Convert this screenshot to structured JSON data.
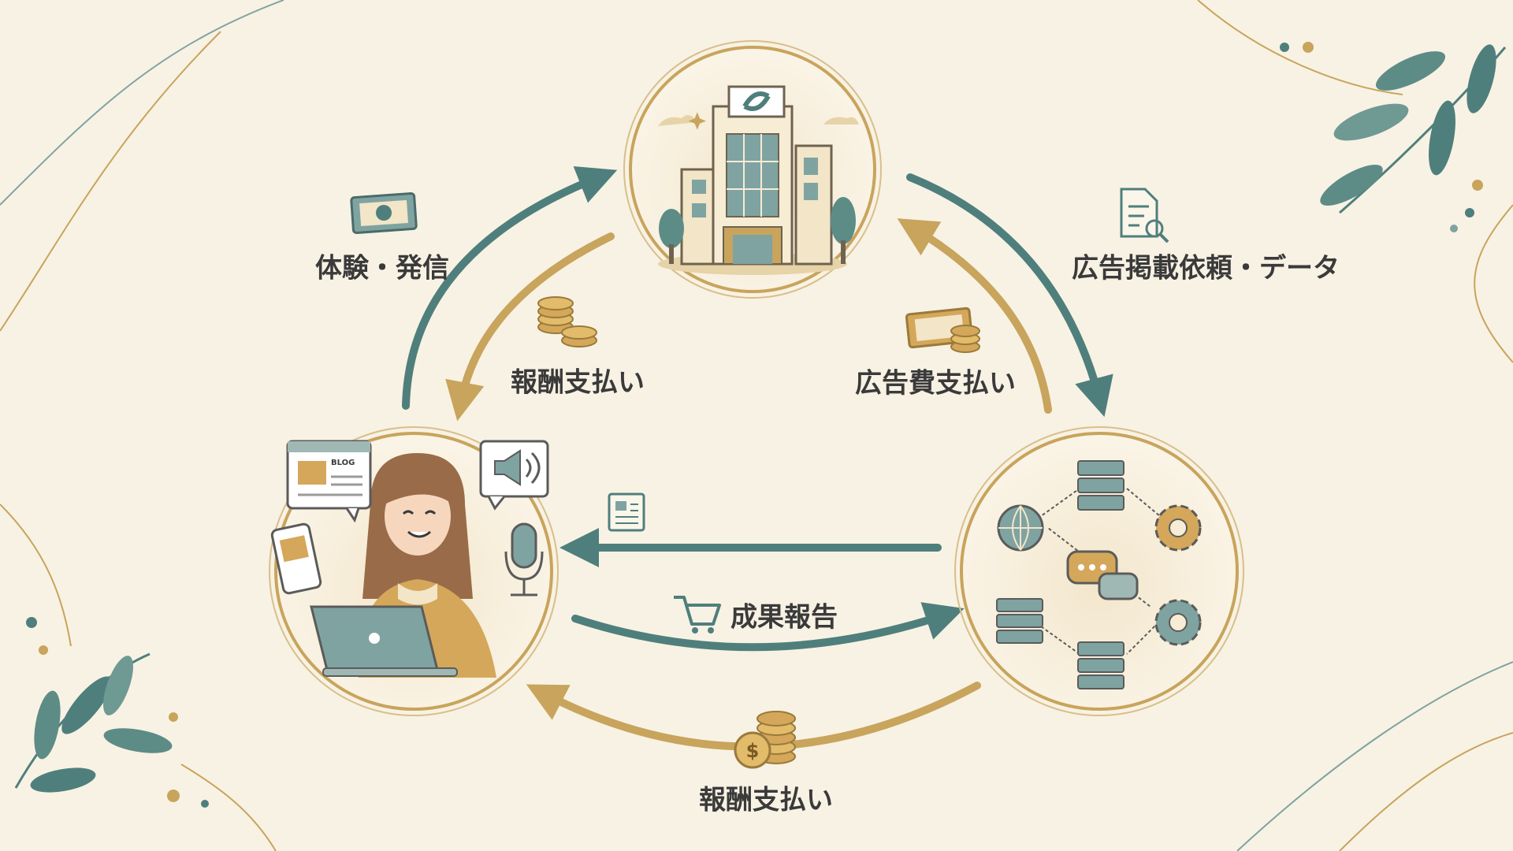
{
  "labels": {
    "experience_broadcast": "体験・発信",
    "reward_payment_top": "報酬支払い",
    "ad_request_data": "広告掲載依頼・データ",
    "ad_fee_payment": "広告費支払い",
    "result_report": "成果報告",
    "reward_payment_bottom": "報酬支払い"
  },
  "icons": {
    "advertiser": "office-building-icon",
    "affiliate": "woman-laptop-icon",
    "asp": "network-platform-icon"
  },
  "colors": {
    "background": "#f8f2e4",
    "teal": "#4f7f7c",
    "gold": "#c8a45c",
    "text": "#3a3a3a"
  }
}
